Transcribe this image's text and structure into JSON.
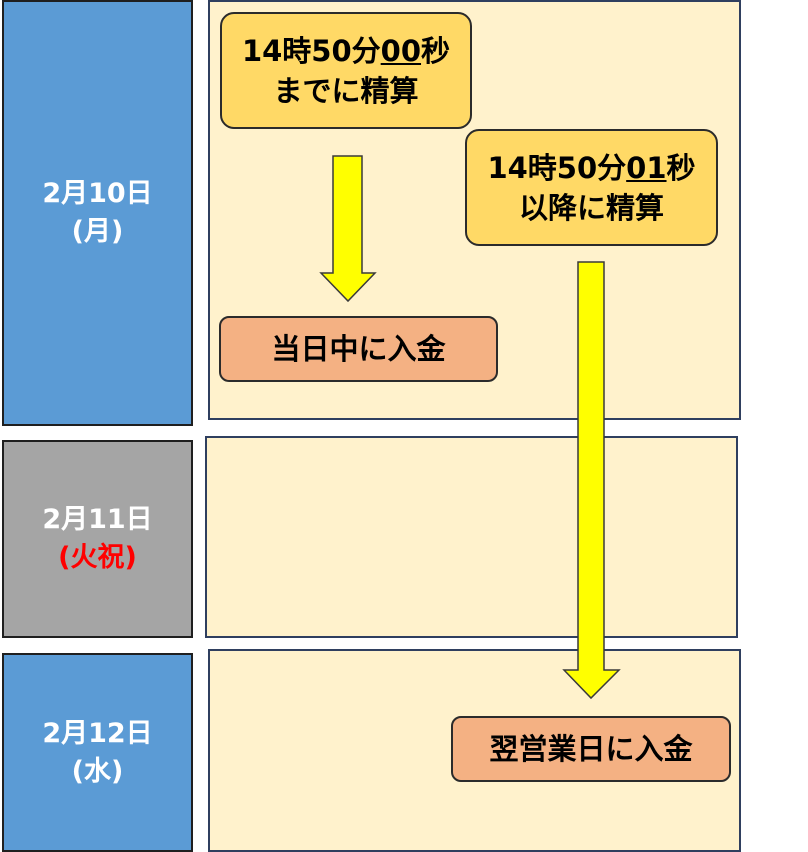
{
  "days": [
    {
      "date": "2月10日",
      "weekday": "(月)"
    },
    {
      "date": "2月11日",
      "weekday": "(火祝)"
    },
    {
      "date": "2月12日",
      "weekday": "(水)"
    }
  ],
  "colors": {
    "weekday_blue": "#5b9bd5",
    "holiday_gray": "#a5a5a5",
    "holiday_text_red": "#ff0000",
    "panel_bg": "#fff2cc",
    "condition_box": "#ffd966",
    "result_box": "#f4b183",
    "arrow_fill": "#ffff00"
  },
  "conditions": {
    "before": {
      "time_prefix": "14時50分",
      "time_sec": "00",
      "time_suffix": "秒",
      "action": "までに精算"
    },
    "after": {
      "time_prefix": "14時50分",
      "time_sec": "01",
      "time_suffix": "秒",
      "action": "以降に精算"
    }
  },
  "results": {
    "same_day": "当日中に入金",
    "next_business_day": "翌営業日に入金"
  }
}
